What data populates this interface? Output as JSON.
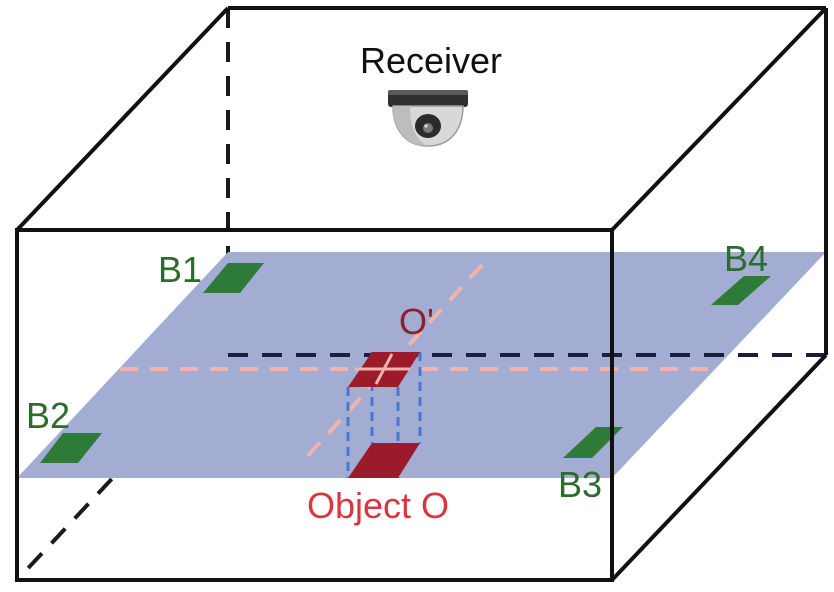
{
  "labels": {
    "receiver": "Receiver",
    "object": "Object O",
    "object_projection": "O'",
    "beacons": [
      "B1",
      "B2",
      "B3",
      "B4"
    ]
  },
  "colors": {
    "edge": "#111111",
    "hidden_edge": "#1a1a1a",
    "plane": "#a3acd3",
    "plane_axis": "#1a1f3a",
    "guide_line": "#f2b3ad",
    "beacon": "#2e7a38",
    "beacon_label": "#2e6b2e",
    "object": "#9b1b2b",
    "object_label": "#d9363e",
    "projection_label": "#8f1f2a",
    "projection_line": "#4a78d0"
  },
  "icons": {
    "receiver": "dome-camera-icon"
  }
}
